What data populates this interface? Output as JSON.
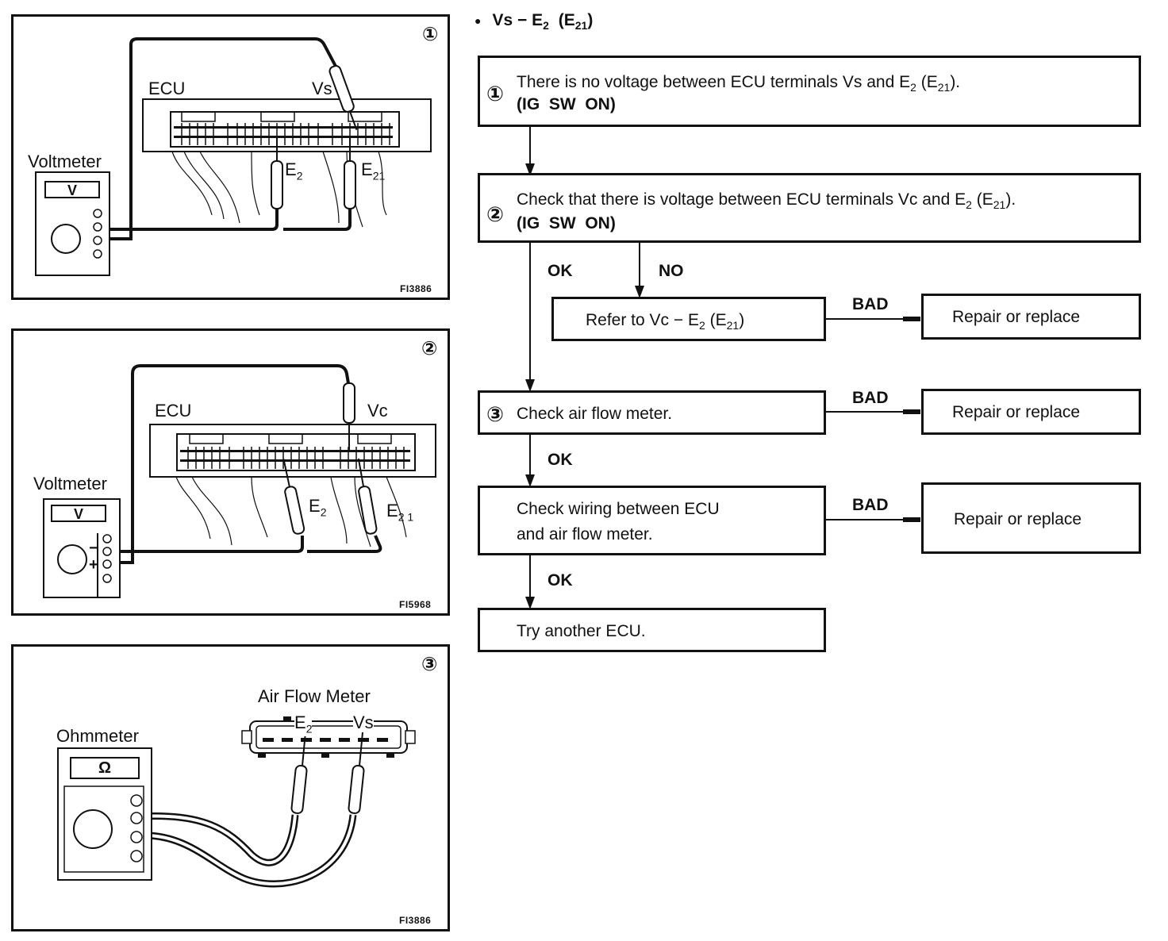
{
  "header": {
    "bullet": "●",
    "title": "Vs − E",
    "title_sub": "2",
    "title_paren": "(E",
    "title_paren_sub": "21",
    "title_close": ")"
  },
  "panels": [
    {
      "number": "①",
      "code": "FI3886",
      "ecu": "ECU",
      "meter": "Voltmeter",
      "display": "V",
      "probe_top": "Vs",
      "probe_a": "E",
      "probe_a_sub": "2",
      "probe_b": "E",
      "probe_b_sub": "21"
    },
    {
      "number": "②",
      "code": "FI5968",
      "ecu": "ECU",
      "meter": "Voltmeter",
      "display": "V",
      "probe_top": "Vc",
      "probe_a": "E",
      "probe_a_sub": "2",
      "probe_b": "E",
      "probe_b_sub": "2 1",
      "minus": "−",
      "plus": "+"
    },
    {
      "number": "③",
      "code": "FI3886",
      "device": "Air Flow Meter",
      "meter": "Ohmmeter",
      "display": "Ω",
      "probe_a": "E",
      "probe_a_sub": "2",
      "probe_b": "Vs"
    }
  ],
  "flow": {
    "step1": {
      "num": "①",
      "line1_pre": "There is no voltage between ECU terminals Vs and E",
      "line1_sub": "2",
      "line1_mid": " (E",
      "line1_sub2": "21",
      "line1_end": ").",
      "line2": "(IG  SW  ON)"
    },
    "step2": {
      "num": "②",
      "line1_pre": "Check that there is voltage between ECU terminals Vc and E",
      "line1_sub": "2",
      "line1_mid": " (E",
      "line1_sub2": "21",
      "line1_end": ").",
      "line2": "(IG  SW  ON)"
    },
    "refer": {
      "pre": "Refer to Vc − E",
      "sub": "2",
      "mid": " (E",
      "sub2": "21",
      "end": ")"
    },
    "step3": {
      "num": "③",
      "text": "Check air flow meter."
    },
    "wiring": {
      "line1": "Check wiring between ECU",
      "line2": "and air flow meter."
    },
    "final": {
      "text": "Try another ECU."
    },
    "repair": "Repair or replace",
    "labels": {
      "ok": "OK",
      "no": "NO",
      "bad": "BAD"
    }
  }
}
